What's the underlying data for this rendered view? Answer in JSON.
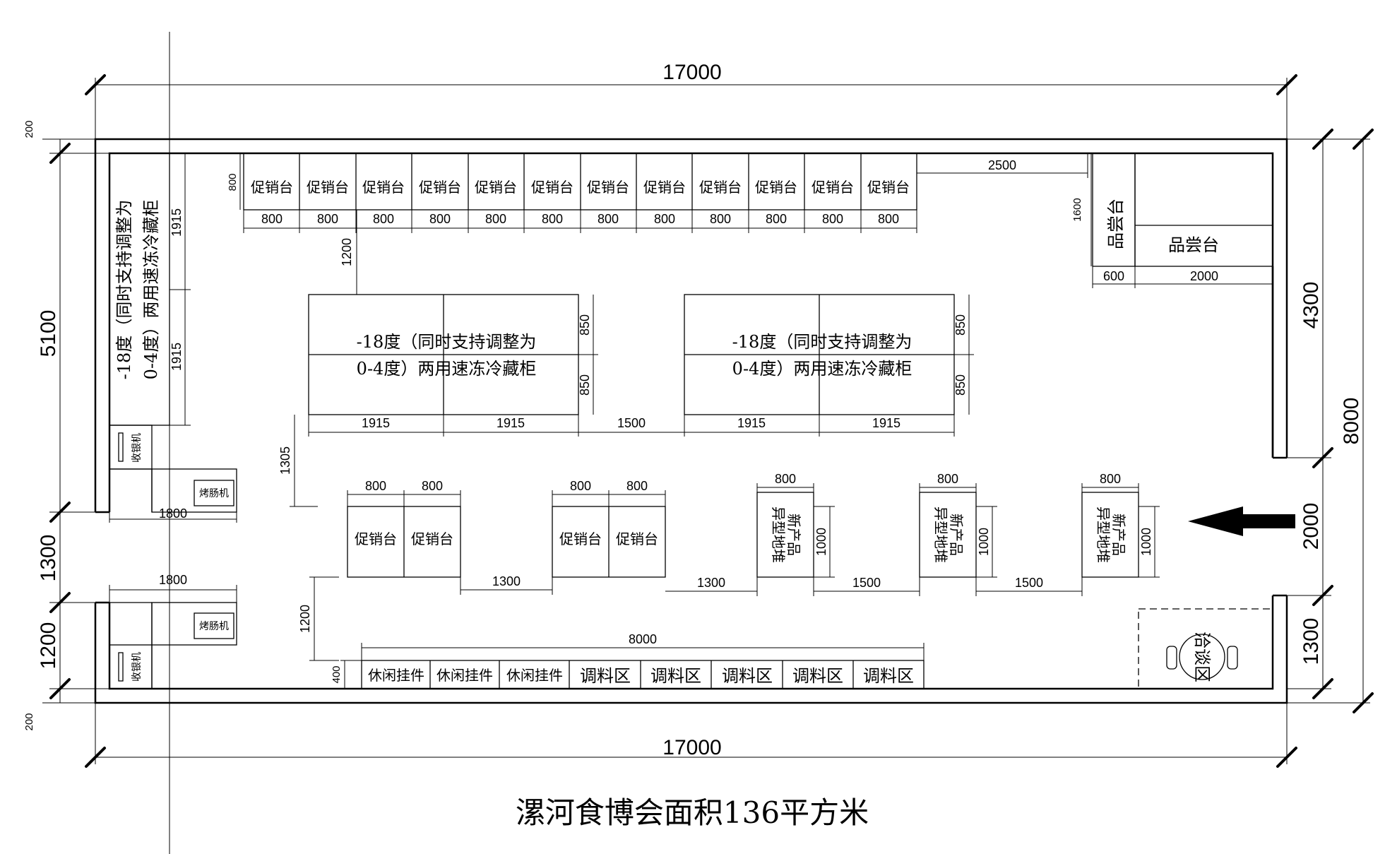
{
  "title": "漯河食博会面积136平方米",
  "overall": {
    "width": "17000",
    "depth": "8000"
  },
  "left_side": {
    "upper": "5100",
    "opening": "1300",
    "lower": "1200",
    "wall_top": "200",
    "wall_bottom": "200"
  },
  "right_side": {
    "upper": "4300",
    "entrance": "2000",
    "lower": "1300"
  },
  "promo_row": {
    "label": "促销台",
    "width": "800",
    "depth": "800",
    "count": 12,
    "gap_right": "2500",
    "spacing_down": "1200"
  },
  "tasting": {
    "label": "品尝台",
    "depth": "1600",
    "small_width": "600",
    "large_width": "2000"
  },
  "left_freezer": {
    "line1": "-18度（同时支持调整为",
    "line2": "0-4度）两用速冻冷藏柜",
    "seg": "1915"
  },
  "center_freezers": {
    "line1": "-18度（同时支持调整为",
    "line2": "0-4度）两用速冻冷藏柜",
    "seg": "1915",
    "half": "850",
    "gap": "1500"
  },
  "cashier": {
    "label": "收银机",
    "counter": "1800"
  },
  "grill": {
    "label": "烤肠机"
  },
  "mid_section": {
    "spacing": "1305",
    "spacing_low": "1200"
  },
  "promo_pairs": {
    "label": "促销台",
    "width": "800",
    "gap": "1300"
  },
  "stacks": {
    "line1": "新产品",
    "line2": "异型地堆",
    "width": "800",
    "depth": "1000",
    "gaps": [
      "1300",
      "1500",
      "1500"
    ]
  },
  "bottom_row": {
    "total": "8000",
    "depth": "400",
    "items": [
      "休闲挂件",
      "休闲挂件",
      "休闲挂件",
      "调料区",
      "调料区",
      "调料区",
      "调料区",
      "调料区"
    ]
  },
  "negotiation": {
    "label": "洽谈区"
  },
  "entrance_arrow": "arrow-left-icon"
}
